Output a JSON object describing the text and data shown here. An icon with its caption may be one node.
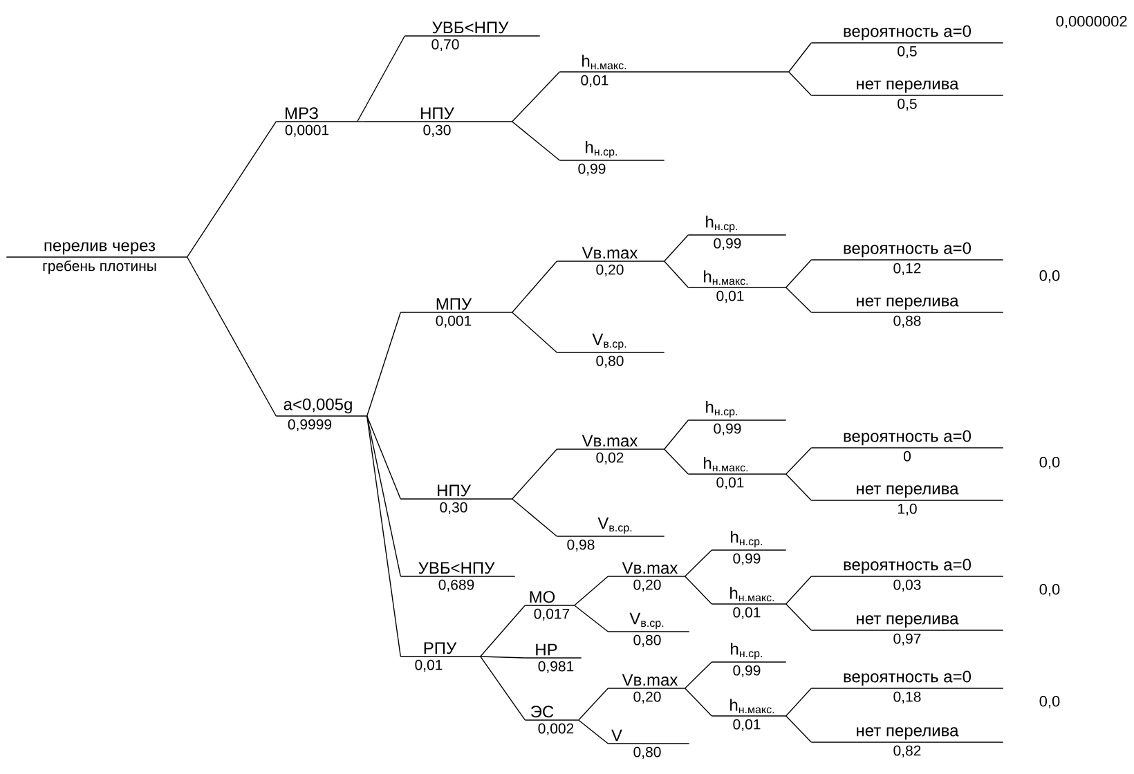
{
  "diagram": {
    "nodes": [
      {
        "text": [
          "перелив через",
          "гребень плотины"
        ]
      },
      {
        "text": [
          "МРЗ",
          "0,0001"
        ]
      },
      {
        "text": [
          "УВБ<НПУ",
          "0,70"
        ]
      },
      {
        "text": [
          "НПУ",
          "0,30"
        ]
      },
      {
        "text": [
          "h$_{н.макс.}$",
          "0,01"
        ]
      },
      {
        "text": [
          "h$_{н.ср.}$",
          "0,99"
        ]
      },
      {
        "text": [
          "вероятность а=0",
          "0,5"
        ]
      },
      {
        "text": [
          "нет перелива",
          "0,5"
        ]
      },
      {
        "text": [
          "a<0,005g",
          "0,9999"
        ]
      },
      {
        "text": [
          "МПУ",
          "0,001"
        ]
      },
      {
        "text": [
          "Vв.max",
          "0,20"
        ]
      },
      {
        "text": [
          "V$_{в.ср.}$",
          "0,80"
        ]
      },
      {
        "text": [
          "h$_{н.ср.}$",
          "0,99"
        ]
      },
      {
        "text": [
          "h$_{н.макс.}$",
          "0,01"
        ]
      },
      {
        "text": [
          "вероятность а=0",
          "0,12"
        ]
      },
      {
        "text": [
          "нет перелива",
          "0,88"
        ]
      },
      {
        "text": [
          "НПУ",
          "0,30"
        ]
      },
      {
        "text": [
          "Vв.max",
          "0,02"
        ]
      },
      {
        "text": [
          "V$_{в.ср.}$",
          "0,98"
        ]
      },
      {
        "text": [
          "h$_{н.ср.}$",
          "0,99"
        ]
      },
      {
        "text": [
          "h$_{н.макс.}$",
          "0,01"
        ]
      },
      {
        "text": [
          "вероятность а=0",
          "0"
        ]
      },
      {
        "text": [
          "нет перелива",
          "1,0"
        ]
      },
      {
        "text": [
          "УВБ<НПУ",
          "0,689"
        ]
      },
      {
        "text": [
          "РПУ",
          "0,01"
        ]
      },
      {
        "text": [
          "МО",
          "0,017"
        ]
      },
      {
        "text": [
          "НР",
          "0,981"
        ]
      },
      {
        "text": [
          "ЭС",
          "0,002"
        ]
      },
      {
        "text": [
          "Vв.max",
          "0,20"
        ]
      },
      {
        "text": [
          "V$_{в.ср.}$",
          "0,80"
        ]
      },
      {
        "text": [
          "h$_{н.ср.}$",
          "0,99"
        ]
      },
      {
        "text": [
          "h$_{н.макс.}$",
          "0,01"
        ]
      },
      {
        "text": [
          "вероятность а=0",
          "0,03"
        ]
      },
      {
        "text": [
          "нет перелива",
          "0,97"
        ]
      },
      {
        "text": [
          "Vв.max",
          "0,20"
        ]
      },
      {
        "text": [
          "V",
          "0,80"
        ]
      },
      {
        "text": [
          "h$_{н.ср.}$",
          "0,99"
        ]
      },
      {
        "text": [
          "h$_{н.макс.}$",
          "0,01"
        ]
      },
      {
        "text": [
          "вероятность а=0",
          "0,18"
        ]
      },
      {
        "text": [
          "нет перелива",
          "0,82"
        ]
      }
    ],
    "edges": [
      {
        "from": 0,
        "to": 1,
        "arrow": "none"
      },
      {
        "from": 1,
        "to": 2,
        "arrow": "none"
      },
      {
        "from": 1,
        "to": 3,
        "arrow": "none"
      },
      {
        "from": 3,
        "to": 4,
        "arrow": "none"
      },
      {
        "from": 3,
        "to": 5,
        "arrow": "none"
      },
      {
        "from": 4,
        "to": 6,
        "arrow": "none"
      },
      {
        "from": 4,
        "to": 7,
        "arrow": "none"
      },
      {
        "from": 0,
        "to": 8,
        "arrow": "none"
      },
      {
        "from": 8,
        "to": 9,
        "arrow": "none"
      },
      {
        "from": 9,
        "to": 10,
        "arrow": "none"
      },
      {
        "from": 9,
        "to": 11,
        "arrow": "none"
      },
      {
        "from": 10,
        "to": 12,
        "arrow": "none"
      },
      {
        "from": 10,
        "to": 13,
        "arrow": "none"
      },
      {
        "from": 13,
        "to": 14,
        "arrow": "none"
      },
      {
        "from": 13,
        "to": 15,
        "arrow": "none"
      },
      {
        "from": 8,
        "to": 16,
        "arrow": "none"
      },
      {
        "from": 16,
        "to": 17,
        "arrow": "none"
      },
      {
        "from": 16,
        "to": 18,
        "arrow": "none"
      },
      {
        "from": 17,
        "to": 19,
        "arrow": "none"
      },
      {
        "from": 17,
        "to": 20,
        "arrow": "none"
      },
      {
        "from": 20,
        "to": 21,
        "arrow": "none"
      },
      {
        "from": 20,
        "to": 22,
        "arrow": "none"
      },
      {
        "from": 8,
        "to": 23,
        "arrow": "none"
      },
      {
        "from": 8,
        "to": 24,
        "arrow": "none"
      },
      {
        "from": 24,
        "to": 25,
        "arrow": "none"
      },
      {
        "from": 24,
        "to": 26,
        "arrow": "none"
      },
      {
        "from": 24,
        "to": 27,
        "arrow": "none"
      },
      {
        "from": 25,
        "to": 28,
        "arrow": "none"
      },
      {
        "from": 25,
        "to": 29,
        "arrow": "none"
      },
      {
        "from": 28,
        "to": 30,
        "arrow": "none"
      },
      {
        "from": 28,
        "to": 31,
        "arrow": "none"
      },
      {
        "from": 31,
        "to": 32,
        "arrow": "none"
      },
      {
        "from": 31,
        "to": 33,
        "arrow": "none"
      },
      {
        "from": 27,
        "to": 34,
        "arrow": "none"
      },
      {
        "from": 27,
        "to": 35,
        "arrow": "none"
      },
      {
        "from": 34,
        "to": 36,
        "arrow": "none"
      },
      {
        "from": 34,
        "to": 37,
        "arrow": "none"
      },
      {
        "from": 37,
        "to": 38,
        "arrow": "none"
      },
      {
        "from": 37,
        "to": 39,
        "arrow": "none"
      }
    ],
    "labels": [
      "0,0000002",
      "0,0",
      "0,0",
      "0,0",
      "0,0"
    ]
  }
}
